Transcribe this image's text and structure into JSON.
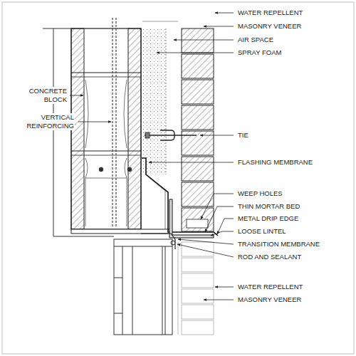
{
  "diagram": {
    "labels": [
      "WATER REPELLENT",
      "MASONRY VENEER",
      "AIR SPACE",
      "SPRAY FOAM",
      "CONCRETE BLOCK",
      "VERTICAL REINFORCING",
      "TIE",
      "FLASHING MEMBRANE",
      "WEEP HOLES",
      "THIN MORTAR BED",
      "METAL DRIP EDGE",
      "LOOSE LINTEL",
      "TRANSITION MEMBRANE",
      "ROD AND SEALANT",
      "WATER REPELLENT",
      "MASONRY VENEER"
    ]
  }
}
